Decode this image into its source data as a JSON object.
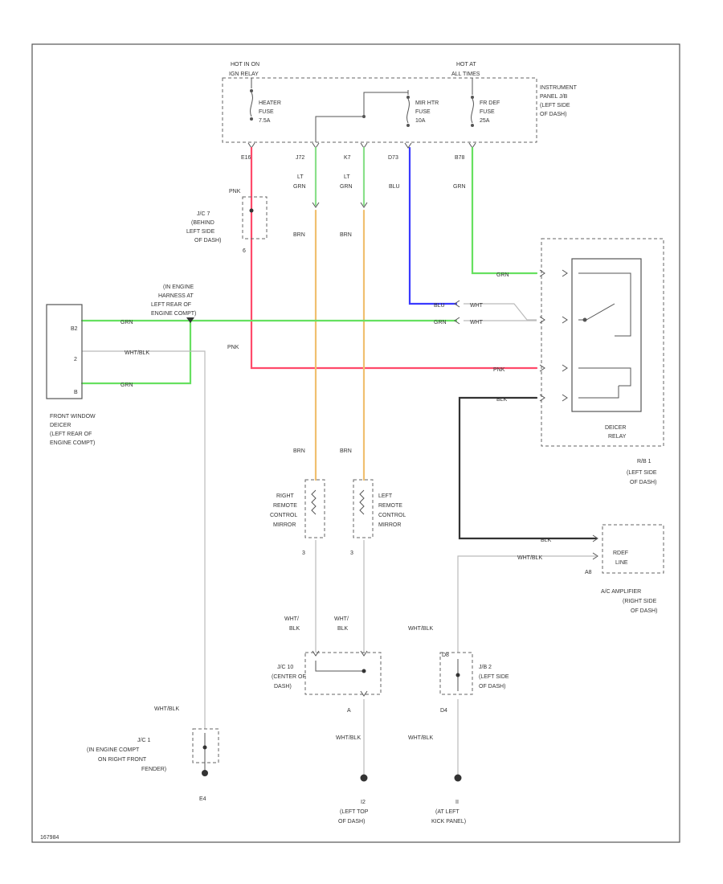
{
  "colors": {
    "pnk": "#ff4a6a",
    "grn": "#66e060",
    "blu": "#3a3aff",
    "brn": "#f0c070",
    "blk": "#333333",
    "whtblk": "#c8c8c8",
    "ltgrn": "#8ae08a"
  },
  "fuses": {
    "hot_in_on": "HOT IN ON",
    "ign_relay": "IGN RELAY",
    "hot_at": "HOT AT",
    "all_times": "ALL TIMES",
    "heater_fuse": [
      "HEATER",
      "FUSE",
      "7.5A"
    ],
    "mir_htr_fuse": [
      "MIR HTR",
      "FUSE",
      "10A"
    ],
    "rr_def_fuse": [
      "FR DEF",
      "FUSE",
      "25A"
    ],
    "ip_jb": [
      "INSTRUMENT",
      "PANEL J/B",
      "(LEFT SIDE",
      "OF DASH)"
    ]
  },
  "pins": {
    "e16": "E16",
    "j72": "J72",
    "k7": "K7",
    "d73": "D73",
    "b78": "B78"
  },
  "wire_labels": {
    "pnk": "PNK",
    "lt_grn": [
      "LT",
      "GRN"
    ],
    "blu": "BLU",
    "grn": "GRN",
    "brn": "BRN",
    "wht": "WHT",
    "blk": "BLK",
    "wht_blk": "WHT/BLK",
    "wht_blk_split": [
      "WHT/",
      "BLK"
    ]
  },
  "components": {
    "jc7": [
      "J/C 7",
      "(BEHIND",
      "LEFT SIDE",
      "OF DASH)"
    ],
    "jc7_pin": "6",
    "engine_harness": [
      "(IN ENGINE",
      "HARNESS AT",
      "LEFT REAR OF",
      "ENGINE COMPT)"
    ],
    "deicer": [
      "FRONT WINDOW",
      "DEICER",
      "(LEFT REAR OF",
      "ENGINE COMPT)"
    ],
    "deicer_pins": [
      "B2",
      "2",
      "B"
    ],
    "deicer_relay": [
      "DEICER",
      "RELAY"
    ],
    "rb1": [
      "R/B 1",
      "(LEFT SIDE",
      "OF DASH)"
    ],
    "rh_mirror": [
      "RIGHT",
      "REMOTE",
      "CONTROL",
      "MIRROR"
    ],
    "lh_mirror": [
      "LEFT",
      "REMOTE",
      "CONTROL",
      "MIRROR"
    ],
    "mirror_pin": "3",
    "rdef_line": [
      "RDEF",
      "LINE"
    ],
    "rdef_pin": "A8",
    "ac_amp": [
      "A/C AMPLIFIER",
      "(RIGHT SIDE",
      "OF DASH)"
    ],
    "jc10": [
      "J/C 10",
      "(CENTER OF",
      "DASH)"
    ],
    "jc10_pin": "A",
    "jb2": [
      "J/B 2",
      "(LEFT SIDE",
      "OF DASH)"
    ],
    "jb2_pins": [
      "D8",
      "D4"
    ],
    "jc1": [
      "J/C 1",
      "(IN ENGINE COMPT",
      "ON RIGHT FRONT",
      "FENDER)"
    ],
    "jc1_pin": "E4",
    "g_left_top": [
      "(LEFT TOP",
      "OF DASH)"
    ],
    "g_left_kick": [
      "(AT LEFT",
      "KICK PANEL)"
    ],
    "g_pins": [
      "I2",
      "II"
    ]
  },
  "footer_id": "167984"
}
